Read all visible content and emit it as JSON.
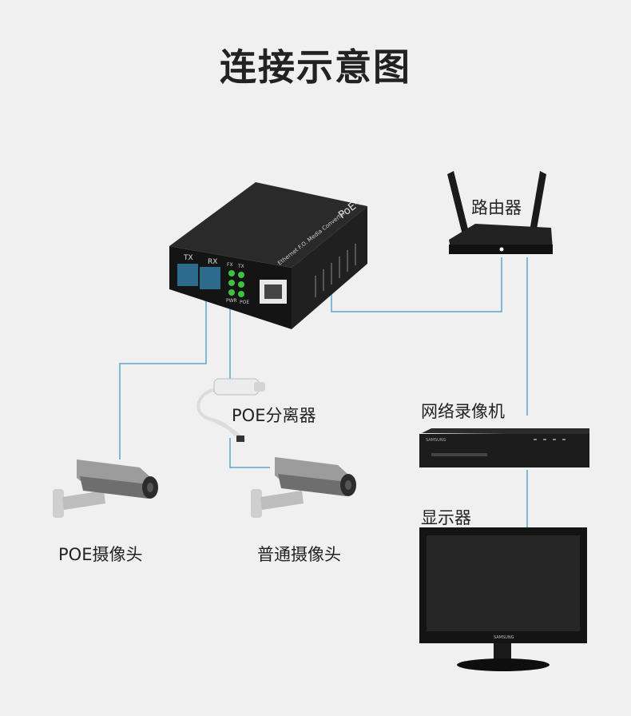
{
  "title": "连接示意图",
  "labels": {
    "router": "路由器",
    "poe_splitter": "POE分离器",
    "nvr": "网络录像机",
    "monitor": "显示器",
    "poe_camera": "POE摄像头",
    "normal_camera": "普通摄像头"
  },
  "device_markings": {
    "converter_ports": [
      "TX",
      "RX"
    ],
    "converter_leds": [
      "FX",
      "TX",
      "PWR",
      "POE"
    ],
    "converter_badge": "PoE+",
    "converter_text": "Ethernet F.O. Media Converter",
    "nvr_brand": "SAMSUNG",
    "monitor_brand": "SAMSUNG"
  },
  "colors": {
    "connection_line": "#5aa8c8",
    "device_dark": "#1e1e1e",
    "background": "#f0f0f0",
    "led_green": "#3cc43c"
  }
}
